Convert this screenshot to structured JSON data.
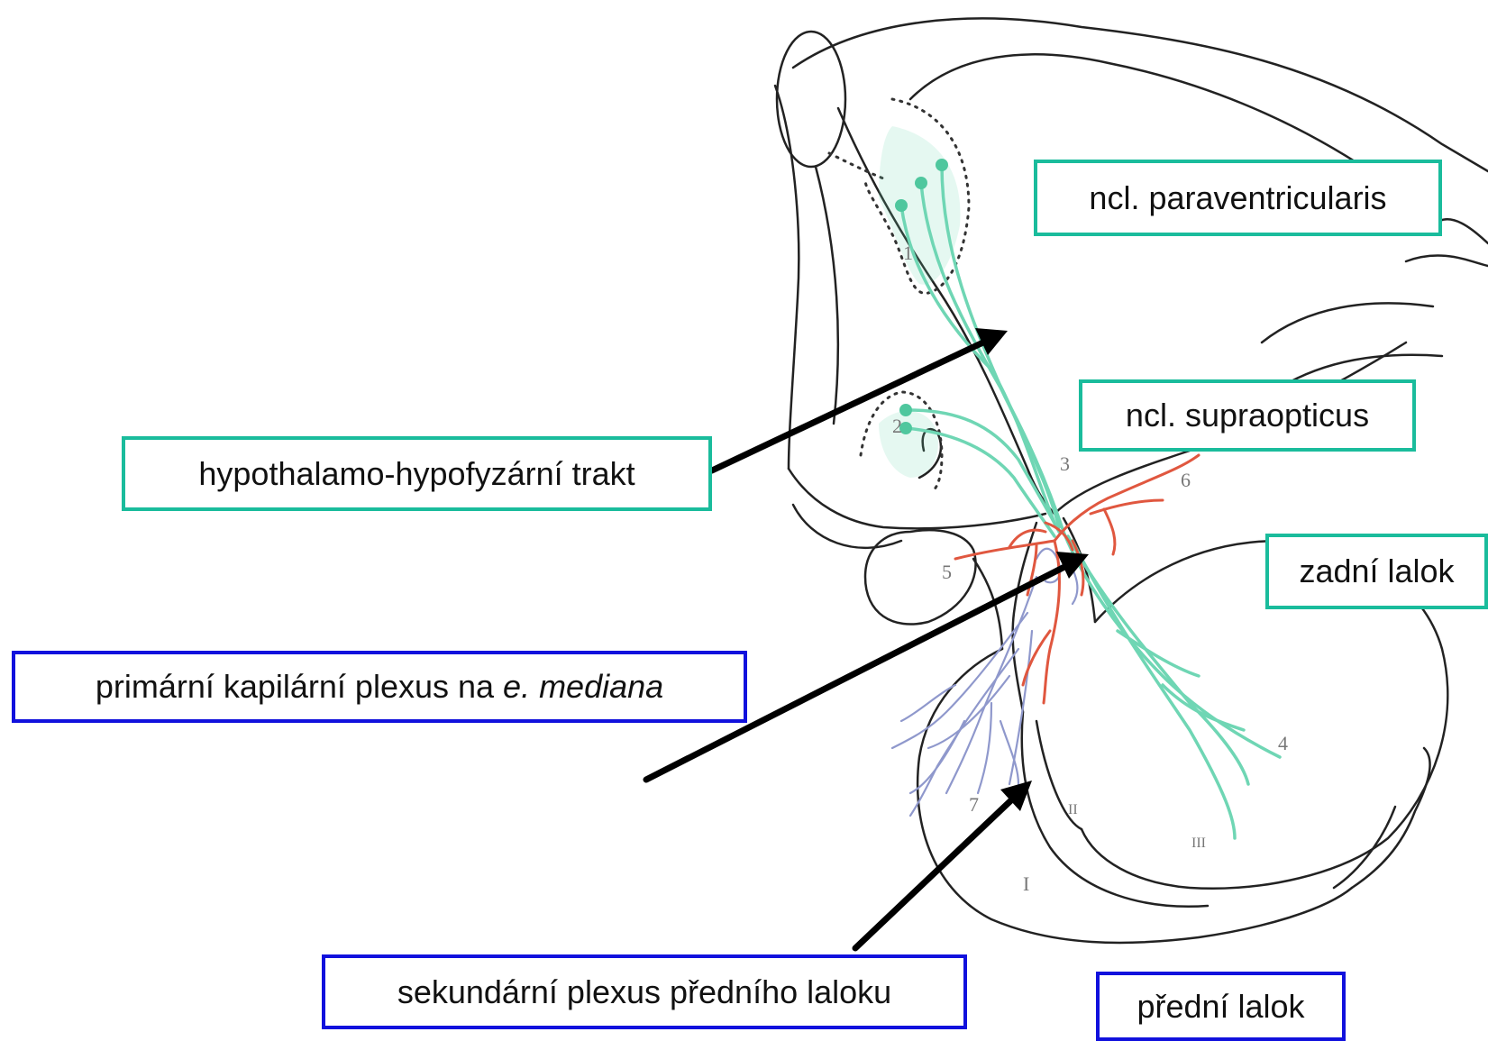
{
  "labels": {
    "paraventricularis": "ncl. paraventricularis",
    "supraopticus": "ncl. supraopticus",
    "tract": "hypothalamo-hypofyzární trakt",
    "posterior_lobe": "zadní lalok",
    "primary_plexus_prefix": "primární kapilární plexus na ",
    "primary_plexus_italic": "e. mediana",
    "secondary_plexus": "sekundární plexus předního laloku",
    "anterior_lobe": "přední lalok"
  },
  "region_numbers": {
    "n1": "1",
    "n2": "2",
    "n3": "3",
    "n4": "4",
    "n5": "5",
    "n6": "6",
    "n7": "7",
    "r1": "I",
    "r2": "II",
    "r3": "III"
  },
  "colors": {
    "neuron_green": "#6fd6b4",
    "artery_red": "#e0573f",
    "capillary_blue": "#8f98cc",
    "outline": "#222222",
    "box_teal": "#1abc9c",
    "box_blue": "#1111dd"
  }
}
